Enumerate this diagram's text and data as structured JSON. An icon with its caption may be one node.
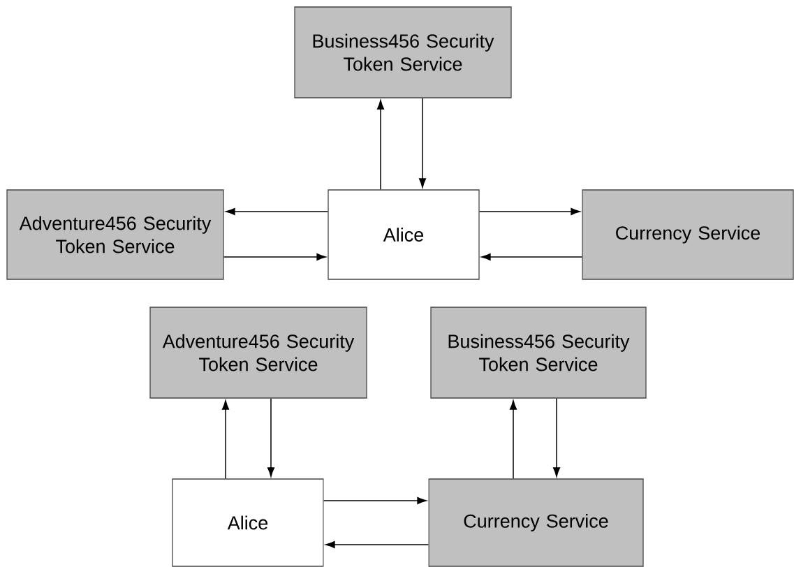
{
  "diagram": {
    "nodes": [
      {
        "text": [
          "Business456 Security Token Service"
        ]
      },
      {
        "text": [
          "Adventure456 Security Token Service"
        ]
      },
      {
        "text": [
          "Alice"
        ]
      },
      {
        "text": [
          "Currency Service"
        ]
      },
      {
        "text": [
          "Adventure456 Security Token Service"
        ]
      },
      {
        "text": [
          "Business456 Security Token Service"
        ]
      },
      {
        "text": [
          "Alice"
        ]
      },
      {
        "text": [
          "Currency Service"
        ]
      }
    ],
    "edges": [
      {
        "from": 2,
        "to": 0,
        "arrow": "to"
      },
      {
        "from": 0,
        "to": 2,
        "arrow": "to"
      },
      {
        "from": 2,
        "to": 1,
        "arrow": "to"
      },
      {
        "from": 1,
        "to": 2,
        "arrow": "to"
      },
      {
        "from": 2,
        "to": 3,
        "arrow": "to"
      },
      {
        "from": 3,
        "to": 2,
        "arrow": "to"
      },
      {
        "from": 6,
        "to": 4,
        "arrow": "to"
      },
      {
        "from": 4,
        "to": 6,
        "arrow": "to"
      },
      {
        "from": 7,
        "to": 5,
        "arrow": "to"
      },
      {
        "from": 5,
        "to": 7,
        "arrow": "to"
      },
      {
        "from": 6,
        "to": 7,
        "arrow": "to"
      },
      {
        "from": 7,
        "to": 6,
        "arrow": "to"
      }
    ]
  }
}
